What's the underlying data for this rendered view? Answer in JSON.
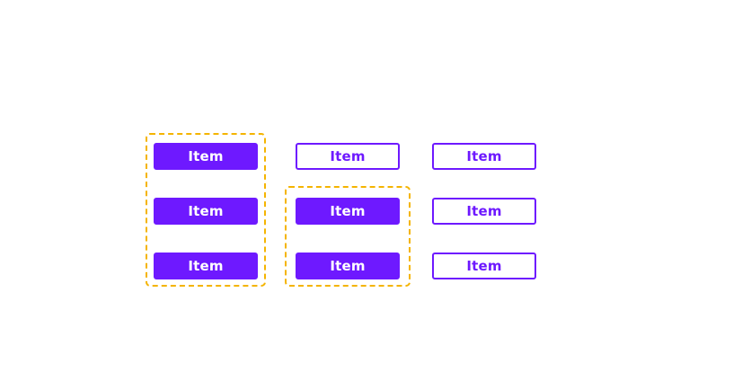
{
  "colors": {
    "primary": "#6e19ff",
    "group_border": "#f4b400",
    "background": "#ffffff"
  },
  "columns": [
    {
      "items": [
        {
          "label": "Item",
          "style": "filled"
        },
        {
          "label": "Item",
          "style": "filled"
        },
        {
          "label": "Item",
          "style": "filled"
        }
      ]
    },
    {
      "items": [
        {
          "label": "Item",
          "style": "outline"
        },
        {
          "label": "Item",
          "style": "filled"
        },
        {
          "label": "Item",
          "style": "filled"
        }
      ]
    },
    {
      "items": [
        {
          "label": "Item",
          "style": "outline"
        },
        {
          "label": "Item",
          "style": "outline"
        },
        {
          "label": "Item",
          "style": "outline"
        }
      ]
    }
  ]
}
